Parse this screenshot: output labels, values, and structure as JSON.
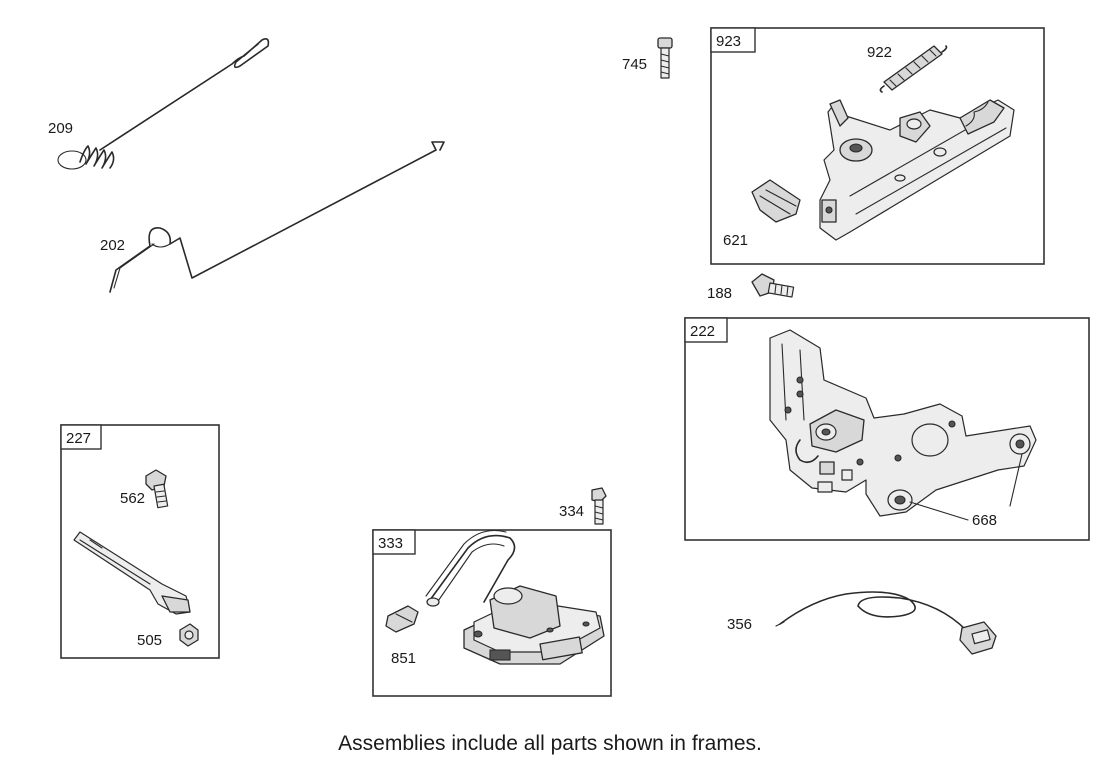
{
  "frames": [
    {
      "id": "frame-923",
      "label": "923"
    },
    {
      "id": "frame-222",
      "label": "222"
    },
    {
      "id": "frame-227",
      "label": "227"
    },
    {
      "id": "frame-333",
      "label": "333"
    }
  ],
  "parts": {
    "p209": "209",
    "p202": "202",
    "p745": "745",
    "p922": "922",
    "p621": "621",
    "p188": "188",
    "p668": "668",
    "p562": "562",
    "p505": "505",
    "p334": "334",
    "p851": "851",
    "p356": "356"
  },
  "caption": "Assemblies include all parts shown in frames."
}
